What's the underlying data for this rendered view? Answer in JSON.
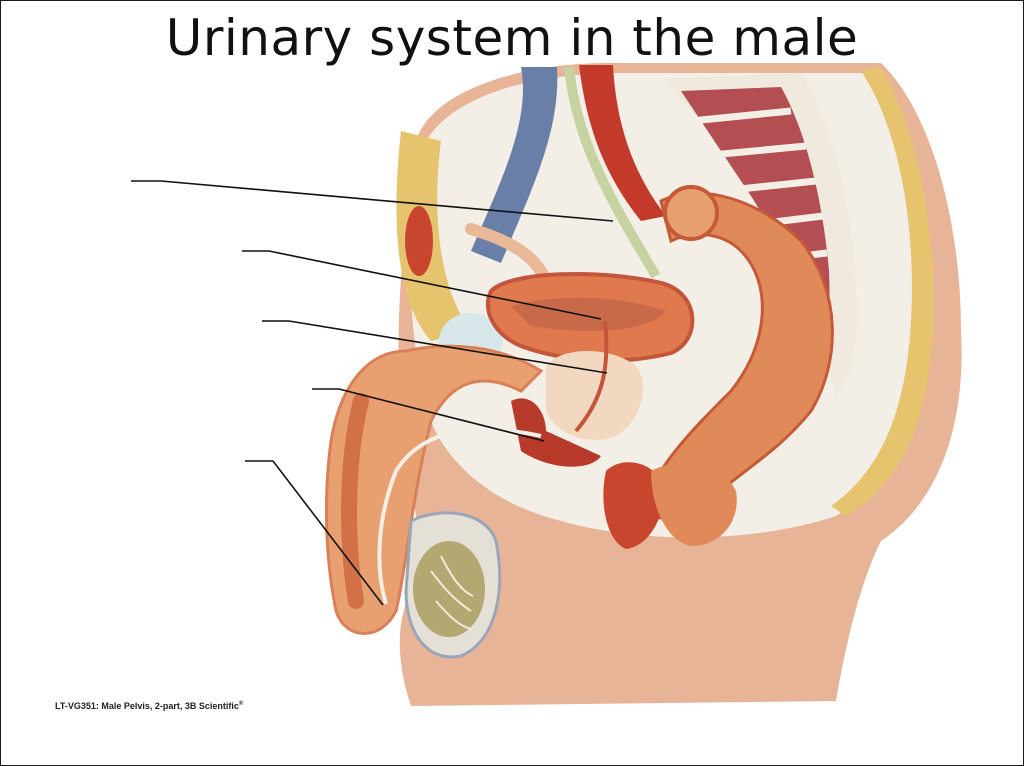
{
  "slide": {
    "title": "Urinary system in the male",
    "caption": "LT-VG351: Male Pelvis, 2-part, 3B Scientific",
    "caption_mark": "®"
  },
  "figure": {
    "leader_count": 5,
    "colors": {
      "skin": "#e8b498",
      "muscle": "#c8452e",
      "fat": "#e8c878",
      "bone": "#f0eee6",
      "marrow": "#a8323a",
      "vein": "#6a7fa8",
      "nerve": "#c6d2a2",
      "prostate": "#f2d8c0",
      "testis": "#b4a872"
    }
  }
}
